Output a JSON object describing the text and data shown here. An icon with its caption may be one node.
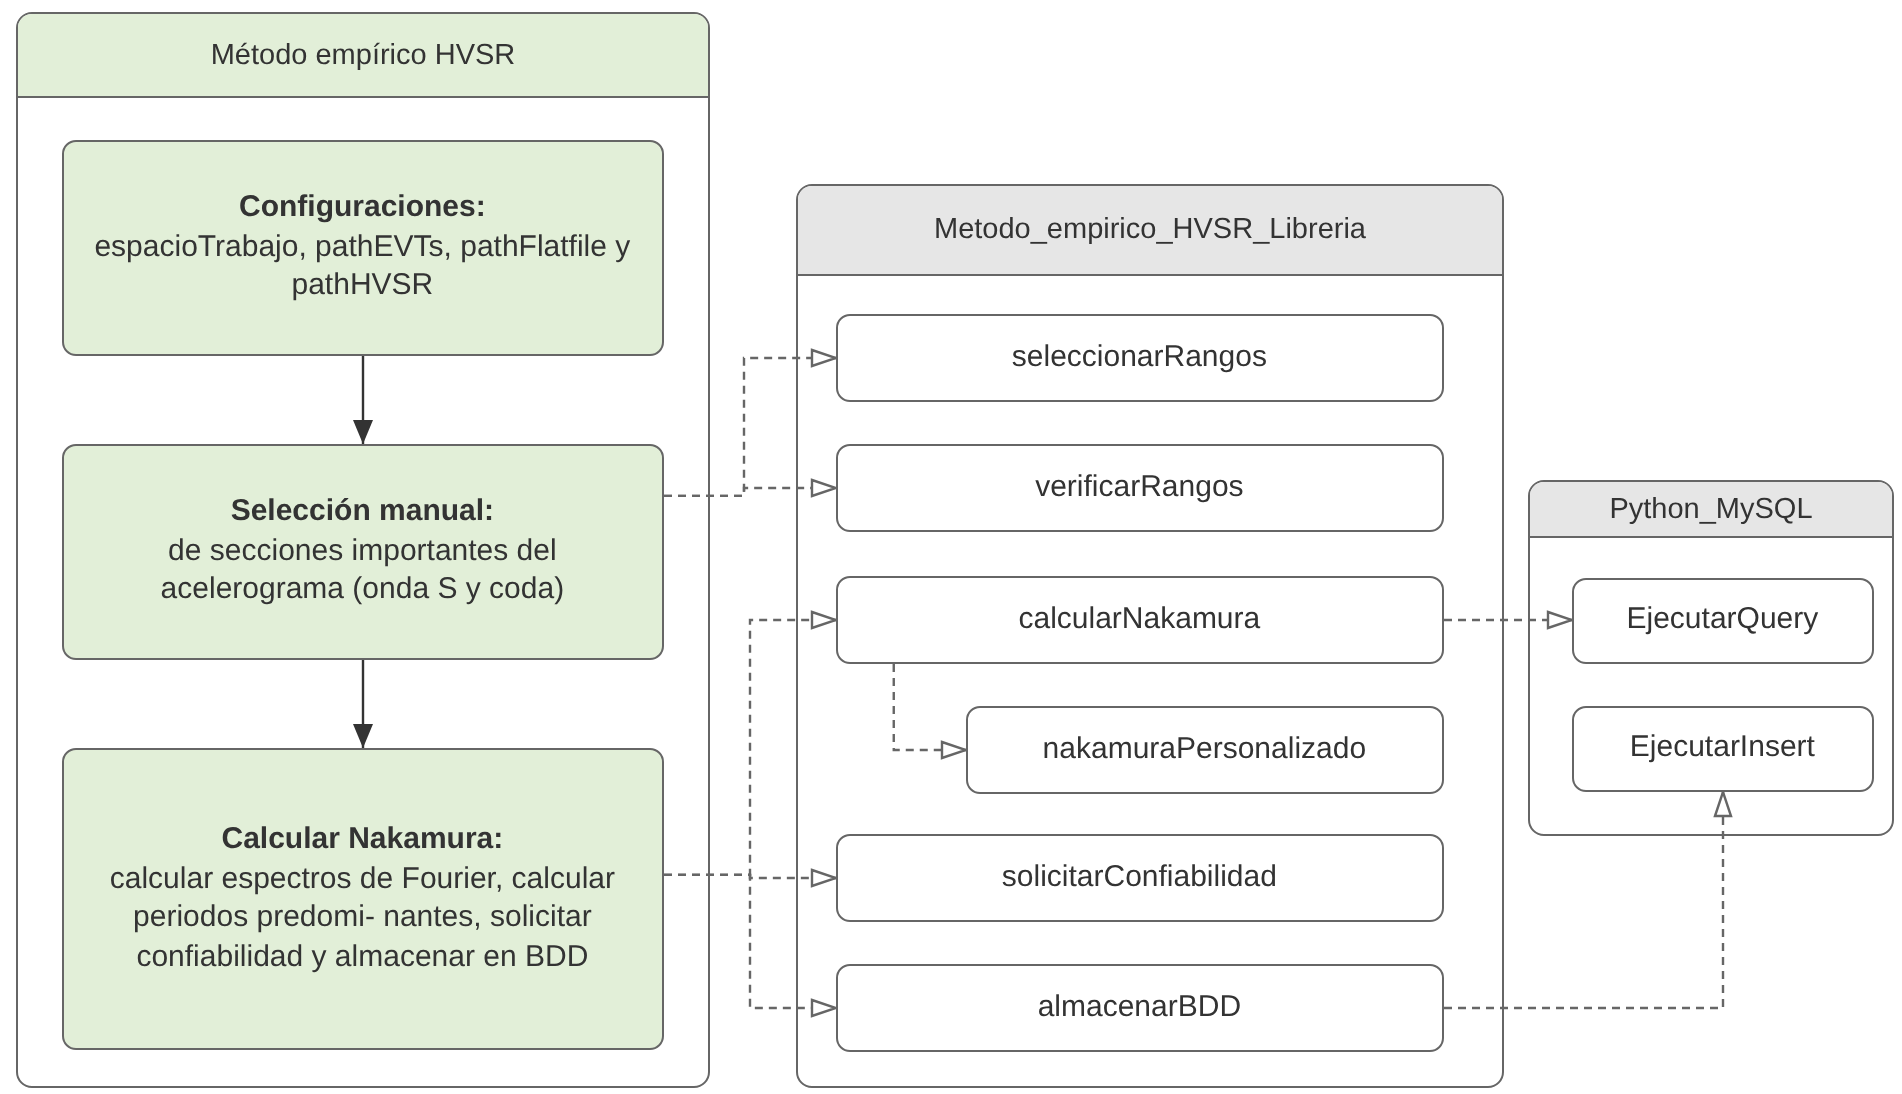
{
  "diagram": {
    "nodes": [
      {
        "text": [
          "Método empírico HVSR"
        ]
      },
      {
        "text": [
          "Configuraciones:",
          "espacioTrabajo, pathEVTs, pathFlatfile y pathHVSR"
        ],
        "in": 0
      },
      {
        "text": [
          "Selección manual:",
          "de secciones importantes del acelerograma (onda S y coda)"
        ],
        "in": 0
      },
      {
        "text": [
          "Calcular Nakamura:",
          "calcular espectros de Fourier, calcular periodos predomi- nantes, solicitar confiabilidad y almacenar en BDD"
        ],
        "in": 0
      },
      {
        "text": [
          "Metodo_empirico_HVSR_Libreria"
        ]
      },
      {
        "text": [
          "seleccionarRangos"
        ],
        "in": 4
      },
      {
        "text": [
          "verificarRangos"
        ],
        "in": 4
      },
      {
        "text": [
          "calcularNakamura"
        ],
        "in": 4
      },
      {
        "text": [
          "nakamuraPersonalizado"
        ],
        "in": 4
      },
      {
        "text": [
          "solicitarConfiabilidad"
        ],
        "in": 4
      },
      {
        "text": [
          "almacenarBDD"
        ],
        "in": 4
      },
      {
        "text": [
          "Python_MySQL"
        ]
      },
      {
        "text": [
          "EjecutarQuery"
        ],
        "in": 11
      },
      {
        "text": [
          "EjecutarInsert"
        ],
        "in": 11
      }
    ],
    "edges": [
      {
        "from": 1,
        "to": 2,
        "arrow": "to"
      },
      {
        "from": 2,
        "to": 3,
        "arrow": "to"
      },
      {
        "from": 2,
        "to": 5,
        "arrow": "to",
        "style": "dashed"
      },
      {
        "from": 2,
        "to": 6,
        "arrow": "to",
        "style": "dashed"
      },
      {
        "from": 3,
        "to": 7,
        "arrow": "to",
        "style": "dashed"
      },
      {
        "from": 3,
        "to": 9,
        "arrow": "to",
        "style": "dashed"
      },
      {
        "from": 3,
        "to": 10,
        "arrow": "to",
        "style": "dashed"
      },
      {
        "from": 7,
        "to": 8,
        "arrow": "to",
        "style": "dashed"
      },
      {
        "from": 7,
        "to": 12,
        "arrow": "to",
        "style": "dashed"
      },
      {
        "from": 10,
        "to": 13,
        "arrow": "to",
        "style": "dashed"
      }
    ]
  }
}
